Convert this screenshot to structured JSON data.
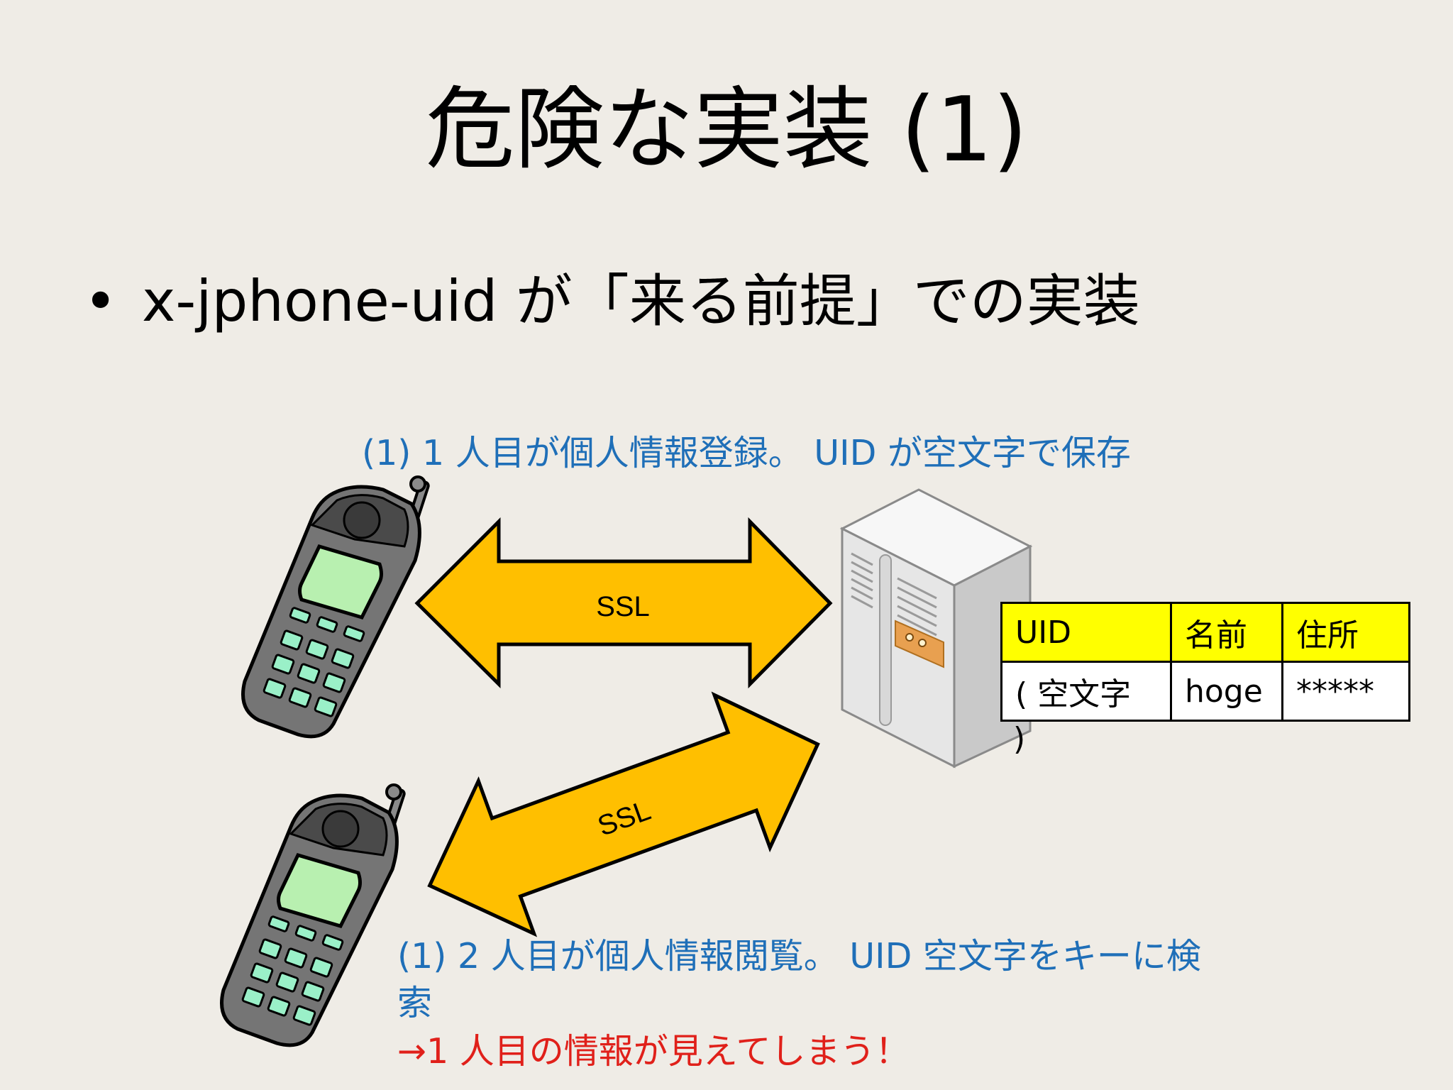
{
  "slide": {
    "title": "危険な実装 (1)",
    "bullet_marker": "•",
    "bullet_text": "x-jphone-uid が「来る前提」での実装"
  },
  "diagram": {
    "step1": "(1) 1 人目が個人情報登録。 UID が空文字で保存",
    "step2_line1": "(1) 2 人目が個人情報閲覧。 UID 空文字をキーに検",
    "step2_line2": "索",
    "warning": "→1 人目の情報が見えてしまう！",
    "arrow_top_label": "SSL",
    "arrow_bottom_label": "SSL",
    "table": {
      "headers": [
        "UID",
        "名前",
        "住所"
      ],
      "row": [
        "( 空文字",
        "hoge",
        "*****"
      ],
      "overflow": ")"
    }
  },
  "colors": {
    "background": "#efece6",
    "arrow_fill": "#ffbf00",
    "caption_blue": "#1f6fb8",
    "warning_red": "#e0201a",
    "table_header": "#ffff00",
    "phone_screen": "#b8f0b0"
  }
}
